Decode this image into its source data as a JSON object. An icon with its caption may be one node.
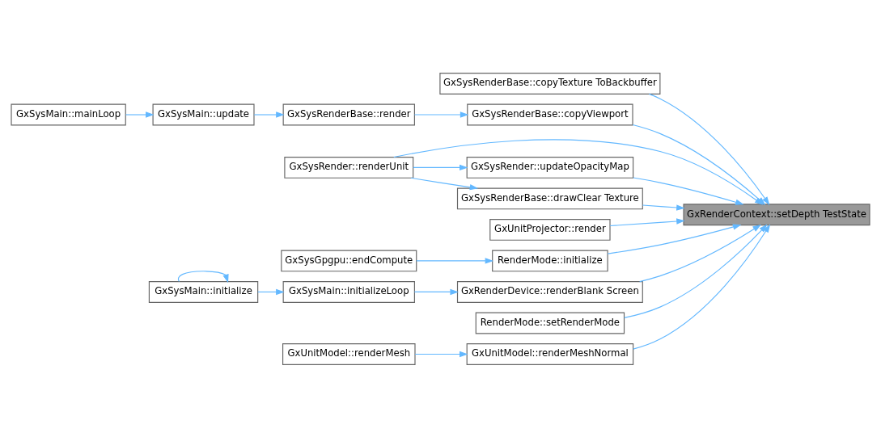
{
  "diagram": {
    "nodes": [
      {
        "text": [
          "GxRenderContext::setDepth TestState"
        ]
      },
      {
        "text": [
          "GxSysRenderBase::copyTexture ToBackbuffer"
        ]
      },
      {
        "text": [
          "GxSysRenderBase::copyViewport"
        ]
      },
      {
        "text": [
          "GxSysRender::updateOpacityMap"
        ]
      },
      {
        "text": [
          "GxSysRenderBase::drawClear Texture"
        ]
      },
      {
        "text": [
          "GxSysRender::renderUnit"
        ]
      },
      {
        "text": [
          "GxUnitProjector::render"
        ]
      },
      {
        "text": [
          "RenderMode::initialize"
        ]
      },
      {
        "text": [
          "GxRenderDevice::renderBlank Screen"
        ]
      },
      {
        "text": [
          "RenderMode::setRenderMode"
        ]
      },
      {
        "text": [
          "GxUnitModel::renderMeshNormal"
        ]
      },
      {
        "text": [
          "GxSysRenderBase::render"
        ]
      },
      {
        "text": [
          "GxSysMain::update"
        ]
      },
      {
        "text": [
          "GxSysMain::mainLoop"
        ]
      },
      {
        "text": [
          "GxSysGpgpu::endCompute"
        ]
      },
      {
        "text": [
          "GxSysMain::initializeLoop"
        ]
      },
      {
        "text": [
          "GxSysMain::initialize"
        ]
      },
      {
        "text": [
          "GxUnitModel::renderMesh"
        ]
      }
    ],
    "edges": [
      {
        "from": 1,
        "to": 0,
        "arrow": "to"
      },
      {
        "from": 2,
        "to": 0,
        "arrow": "to"
      },
      {
        "from": 3,
        "to": 0,
        "arrow": "to"
      },
      {
        "from": 4,
        "to": 0,
        "arrow": "to"
      },
      {
        "from": 5,
        "to": 0,
        "arrow": "to"
      },
      {
        "from": 6,
        "to": 0,
        "arrow": "to"
      },
      {
        "from": 7,
        "to": 0,
        "arrow": "to"
      },
      {
        "from": 8,
        "to": 0,
        "arrow": "to"
      },
      {
        "from": 9,
        "to": 0,
        "arrow": "to"
      },
      {
        "from": 10,
        "to": 0,
        "arrow": "to"
      },
      {
        "from": 11,
        "to": 2,
        "arrow": "to"
      },
      {
        "from": 12,
        "to": 11,
        "arrow": "to"
      },
      {
        "from": 13,
        "to": 12,
        "arrow": "to"
      },
      {
        "from": 5,
        "to": 3,
        "arrow": "to"
      },
      {
        "from": 5,
        "to": 4,
        "arrow": "to"
      },
      {
        "from": 14,
        "to": 7,
        "arrow": "to"
      },
      {
        "from": 15,
        "to": 8,
        "arrow": "to"
      },
      {
        "from": 16,
        "to": 15,
        "arrow": "to"
      },
      {
        "from": 16,
        "to": 16,
        "arrow": "to"
      },
      {
        "from": 17,
        "to": 10,
        "arrow": "to"
      }
    ]
  }
}
